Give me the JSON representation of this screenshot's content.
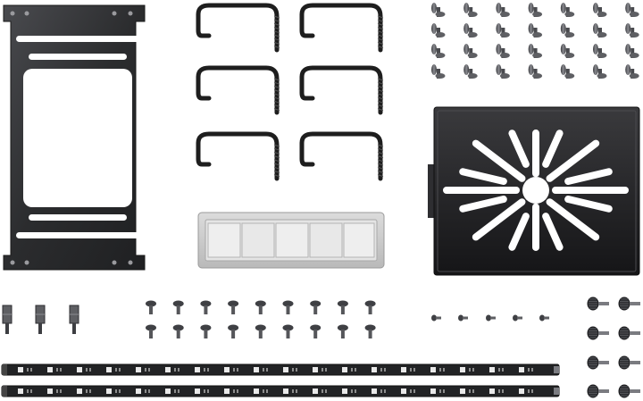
{
  "scene": {
    "kind": "product-accessory-kit",
    "background_color": "#ffffff",
    "metal_color": "#2b2c2e",
    "metal_highlight": "#5b5c60",
    "clip_color": "#1e1e1e",
    "tray_color": "#c9c9c9",
    "screw_color": "#55565a"
  },
  "items": [
    {
      "name": "ssd-mounting-bracket",
      "count": 1
    },
    {
      "name": "cable-clip",
      "count": 6
    },
    {
      "name": "flat-head-screw",
      "count": 28
    },
    {
      "name": "translucent-dust-filter-tray",
      "count": 1
    },
    {
      "name": "drive-cage-plate",
      "count": 1
    },
    {
      "name": "standoff",
      "count": 3
    },
    {
      "name": "pan-head-screw",
      "count": 18
    },
    {
      "name": "small-screw",
      "count": 5
    },
    {
      "name": "thumb-screw",
      "count": 8
    },
    {
      "name": "addressable-led-strip",
      "count": 2
    }
  ]
}
